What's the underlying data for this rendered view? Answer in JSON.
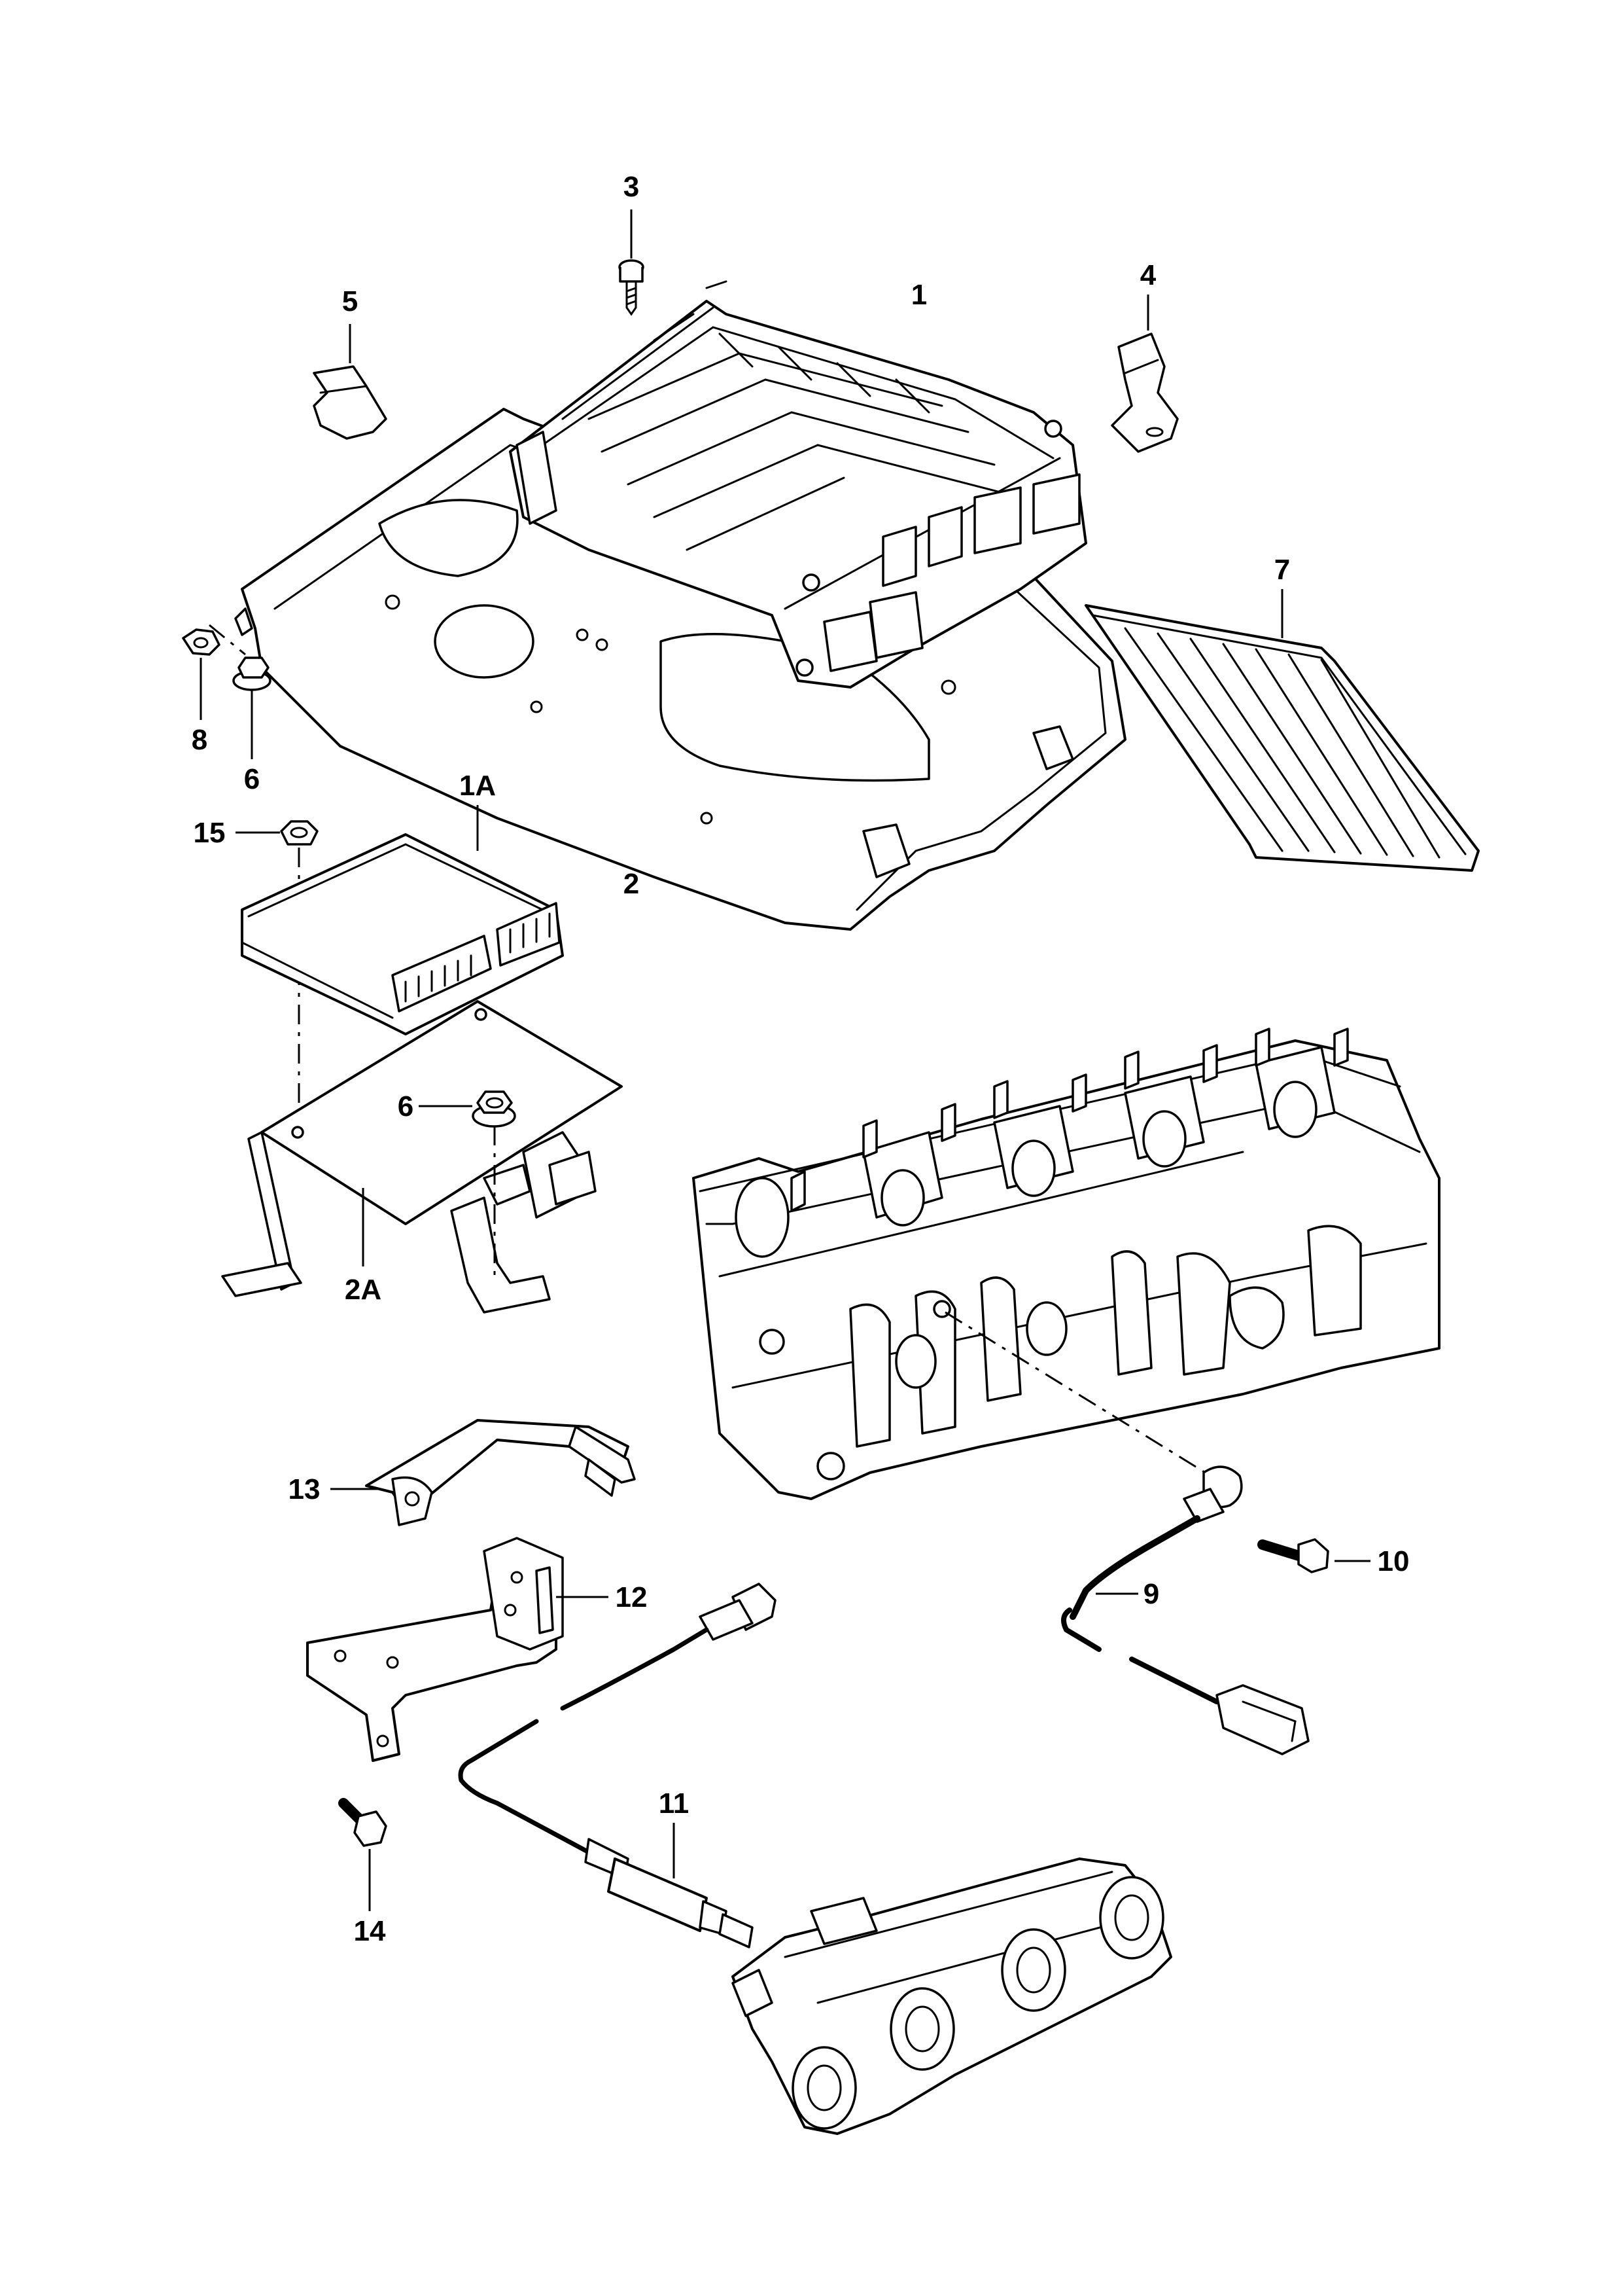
{
  "callouts": {
    "c1": "1",
    "c1A": "1A",
    "c2": "2",
    "c2A": "2A",
    "c3": "3",
    "c4": "4",
    "c5": "5",
    "c6a": "6",
    "c6b": "6",
    "c7": "7",
    "c8": "8",
    "c9": "9",
    "c10": "10",
    "c11": "11",
    "c12": "12",
    "c13": "13",
    "c14": "14",
    "c15": "15"
  },
  "colors": {
    "line": "#000000",
    "background": "#ffffff"
  }
}
